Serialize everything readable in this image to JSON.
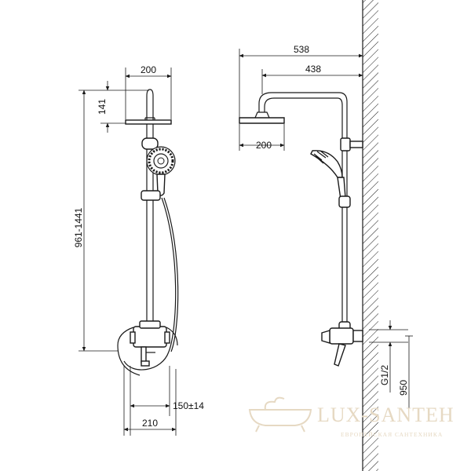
{
  "front_view": {
    "dims": {
      "head_width": "200",
      "head_height": "141",
      "height_range": "961-1441",
      "mixer_spacing": "150±14",
      "mixer_width": "210"
    }
  },
  "side_view": {
    "dims": {
      "total_projection": "538",
      "arm_projection": "438",
      "head_width": "200",
      "thread": "G1/2",
      "mixer_height": "950"
    }
  },
  "watermark": {
    "brand": "LUX-SANTEH",
    "tagline": "ЕВРОПЕЙСКАЯ САНТЕХНИКА",
    "color": "#e6d9c3"
  },
  "colors": {
    "line": "#1a1a1a",
    "wall_hatch": "#1a1a1a"
  }
}
